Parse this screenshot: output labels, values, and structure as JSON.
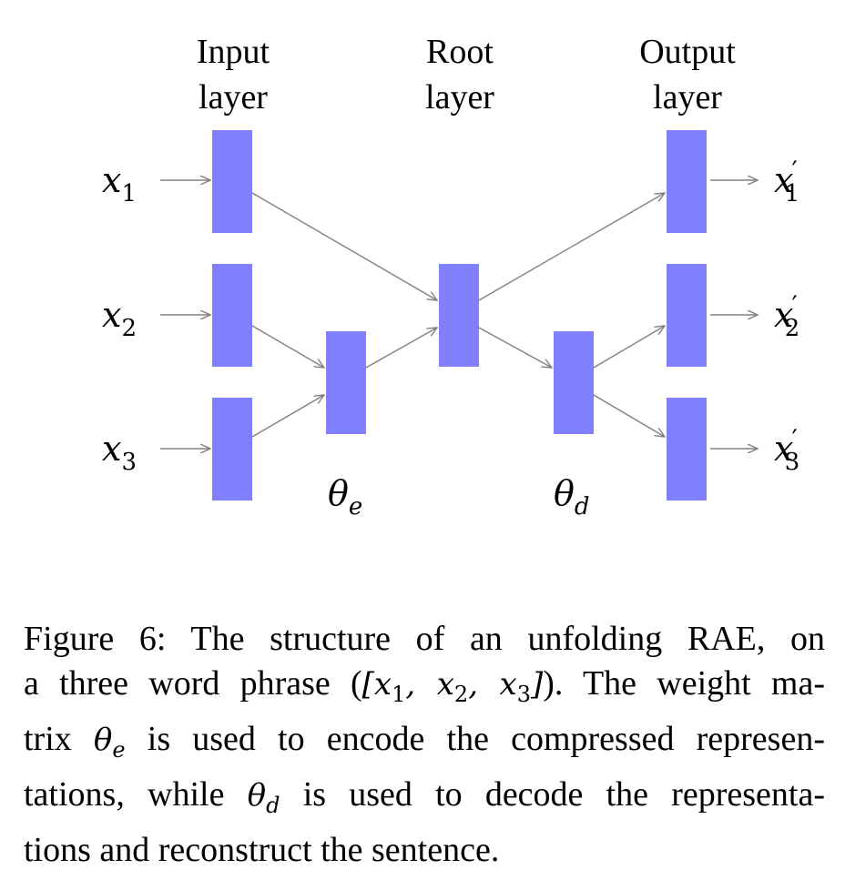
{
  "headers": {
    "input": [
      "Input",
      "layer"
    ],
    "root": [
      "Root",
      "layer"
    ],
    "output": [
      "Output",
      "layer"
    ]
  },
  "inputs": [
    {
      "base": "x",
      "sub": "1"
    },
    {
      "base": "x",
      "sub": "2"
    },
    {
      "base": "x",
      "sub": "3"
    }
  ],
  "outputs": [
    {
      "base": "x",
      "prime": "′",
      "sub": "1"
    },
    {
      "base": "x",
      "prime": "′",
      "sub": "2"
    },
    {
      "base": "x",
      "prime": "′",
      "sub": "3"
    }
  ],
  "params": {
    "encoder": {
      "base": "θ",
      "sub": "e"
    },
    "decoder": {
      "base": "θ",
      "sub": "d"
    }
  },
  "colors": {
    "node": "#8080ff",
    "arrow": "#808080"
  },
  "caption": {
    "l1": "Figure 6: The structure of an unfolding RAE, on",
    "l2a": "a three word phrase (",
    "l2b": "[x",
    "l2c": "1",
    "l2d": ", x",
    "l2e": "2",
    "l2f": ", x",
    "l2g": "3",
    "l2h": "]",
    "l2i": "). The weight ma-",
    "l3a": "trix ",
    "l3b": "θ",
    "l3c": "e",
    "l3d": " is used to encode the compressed represen-",
    "l4a": "tations, while ",
    "l4b": "θ",
    "l4c": "d",
    "l4d": " is used to decode the representa-",
    "l5": "tions and reconstruct the sentence."
  }
}
